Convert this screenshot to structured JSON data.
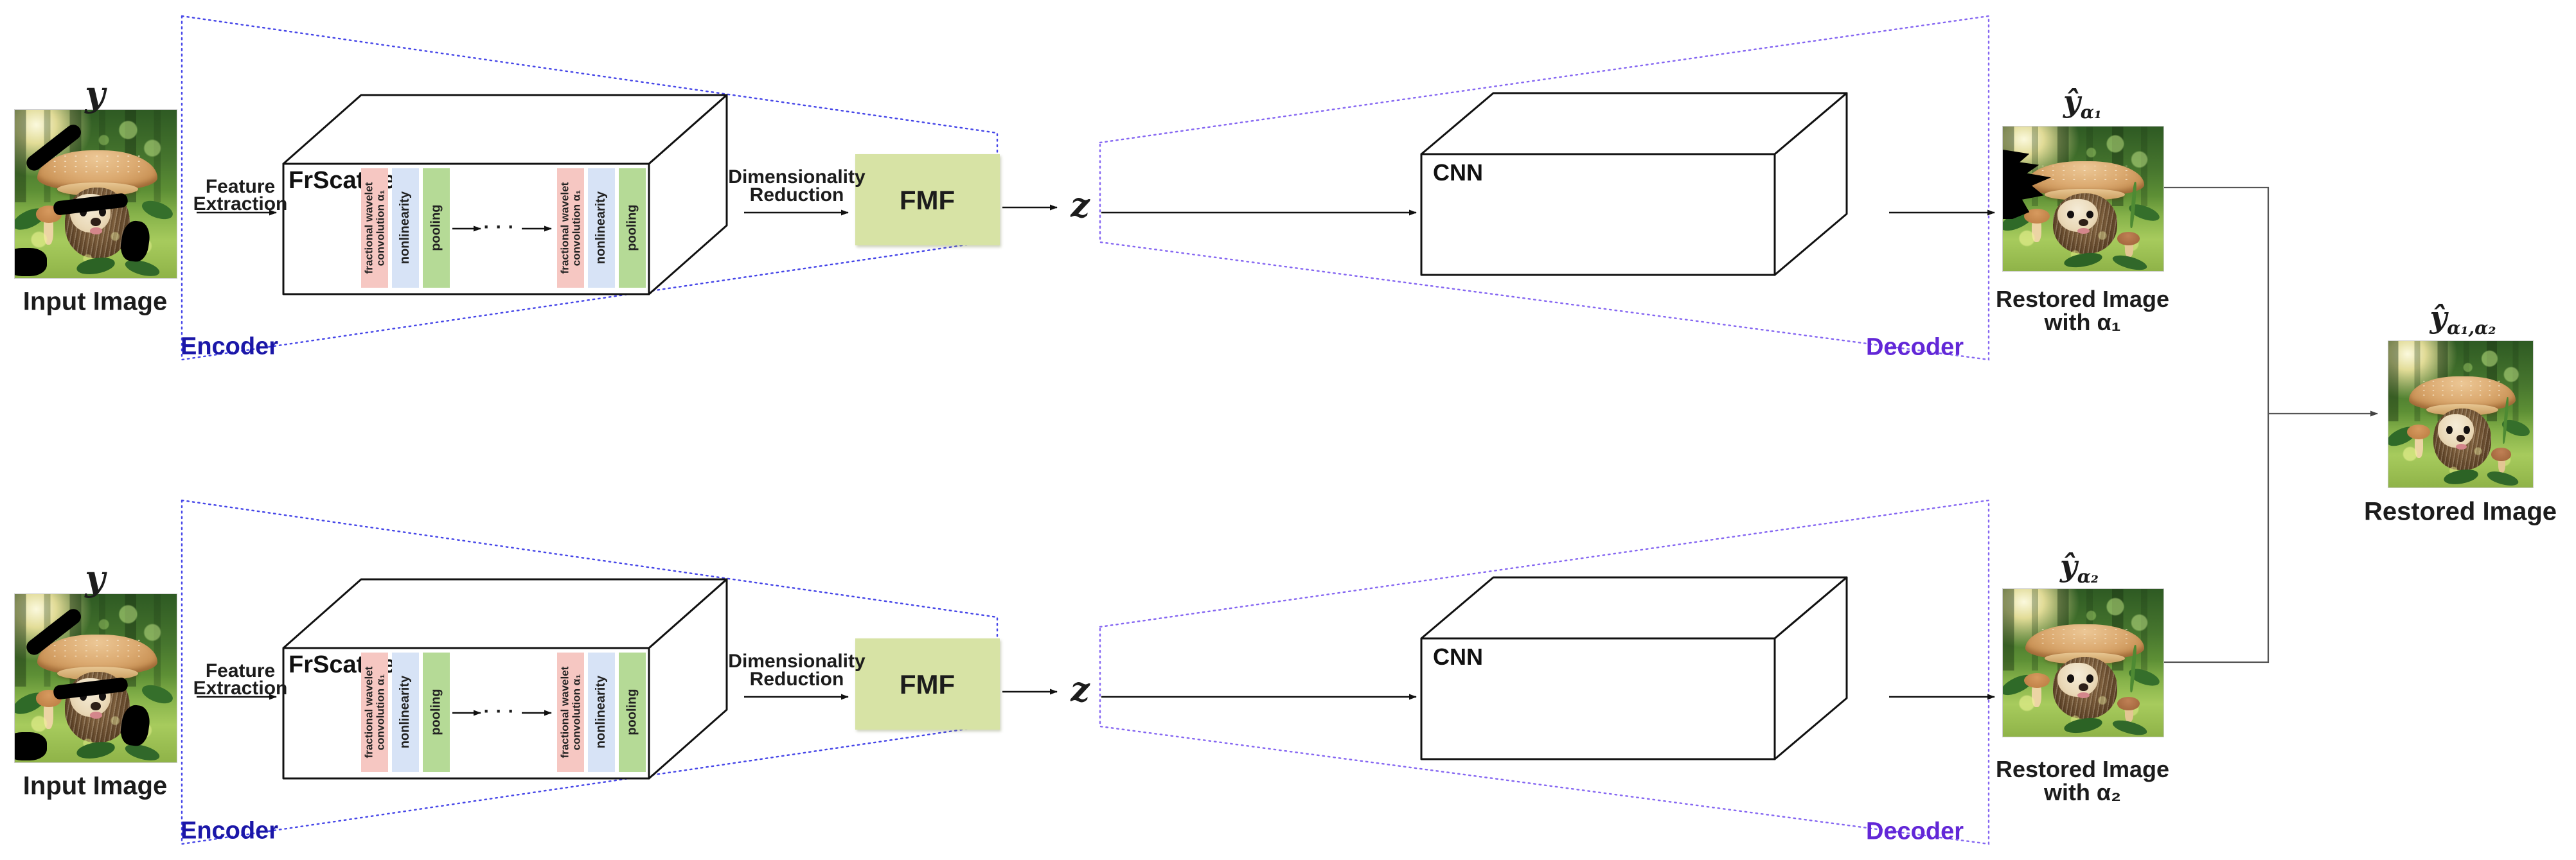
{
  "colors": {
    "bar_pink": "#f6c7c2",
    "bar_blue": "#d7e3f6",
    "bar_green": "#b5da96",
    "fmf_green": "#d7e3a5",
    "encoder_text": "#1b17a8",
    "decoder_text": "#6227d7",
    "encoder_dash": "#4545e8",
    "decoder_dash": "#8566f2",
    "box_stroke": "#111111",
    "arrow": "#111111",
    "connector": "#555555"
  },
  "shared": {
    "input_math": "y",
    "input_label": "Input Image",
    "feature_l1": "Feature",
    "feature_l2": "Extraction",
    "frscatnet": "FrScatNet",
    "conv_l1": "fractional wavelet",
    "conv_l2": "convolution α₁",
    "nonlinearity": "nonlinearity",
    "pooling": "pooling",
    "dots": "···",
    "dim_l1": "Dimensionality",
    "dim_l2": "Reduction",
    "fmf": "FMF",
    "latent": "z",
    "cnn": "CNN",
    "encoder": "Encoder",
    "decoder": "Decoder",
    "restored_l1": "Restored Image"
  },
  "rows": [
    {
      "yhat": "ŷ",
      "sub": "α₁",
      "with_label": "with α₁"
    },
    {
      "yhat": "ŷ",
      "sub": "α₂",
      "with_label": "with α₂"
    }
  ],
  "final": {
    "yhat": "ŷ",
    "sub": "α₁,α₂",
    "label": "Restored Image"
  }
}
